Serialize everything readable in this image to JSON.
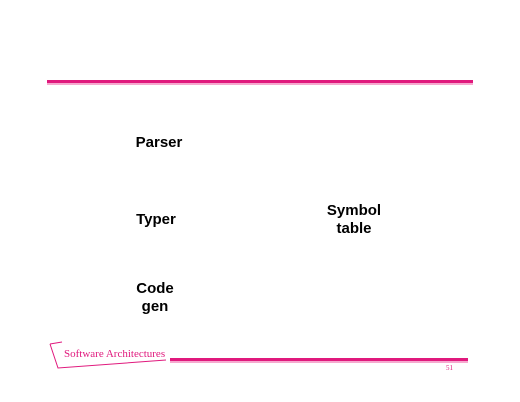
{
  "diagram": {
    "parser": "Parser",
    "typer": "Typer",
    "code_gen": [
      "Code",
      "gen"
    ],
    "symbol_table": [
      "Symbol",
      "table"
    ]
  },
  "footer": {
    "title": "Software Architectures",
    "page_number": "51"
  },
  "colors": {
    "accent": "#e0197d",
    "accent_light": "#f6a9cf"
  }
}
